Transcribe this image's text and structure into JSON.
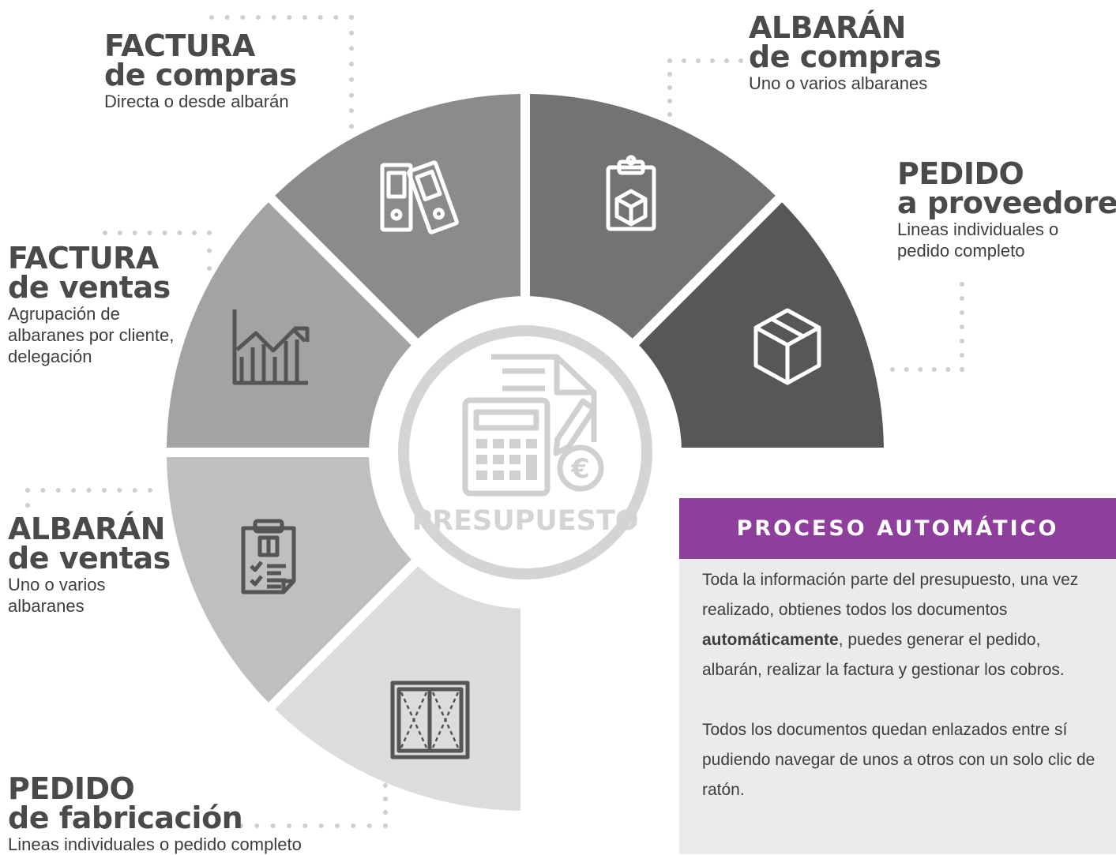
{
  "center": {
    "label": "PRESUPUESTO"
  },
  "stages": [
    {
      "id": "factura-compras",
      "title1": "FACTURA",
      "title2": "de compras",
      "description": "Directa o desde albarán",
      "icon": "binders-icon",
      "color": "#8b8b8b"
    },
    {
      "id": "albaran-compras",
      "title1": "ALBARÁN",
      "title2": "de compras",
      "description": "Uno o varios albaranes",
      "icon": "clipboard-box-icon",
      "color": "#737373"
    },
    {
      "id": "pedido-proveedores",
      "title1": "PEDIDO",
      "title2": "a proveedores",
      "description": "Lineas individuales o pedido completo",
      "icon": "box-icon",
      "color": "#575757"
    },
    {
      "id": "factura-ventas",
      "title1": "FACTURA",
      "title2": "de ventas",
      "description": "Agrupación de albaranes por cliente, delegación",
      "icon": "chart-growth-icon",
      "color": "#a3a3a3"
    },
    {
      "id": "albaran-ventas",
      "title1": "ALBARÁN",
      "title2": "de ventas",
      "description": "Uno o varios albaranes",
      "icon": "checklist-clipboard-icon",
      "color": "#bfbfbf"
    },
    {
      "id": "pedido-fabricacion",
      "title1": "PEDIDO",
      "title2": "de fabricación",
      "description": "Lineas individuales o pedido completo",
      "icon": "window-icon",
      "color": "#dcdcdc"
    }
  ],
  "panel": {
    "title": "PROCESO AUTOMÁTICO",
    "p1_before": "Toda la información parte del presupuesto, una vez realizado, obtienes todos los documentos ",
    "p1_bold": "automáticamente",
    "p1_after": ", puedes generar el pedido, albarán, realizar la factura y gestionar los cobros.",
    "p2": "Todos los documentos quedan enlazados entre sí pudiendo navegar de unos a otros con un solo clic de ratón.",
    "accent": "#8e3f9c"
  },
  "icons": {
    "cursor": "click-cursor-icon"
  }
}
